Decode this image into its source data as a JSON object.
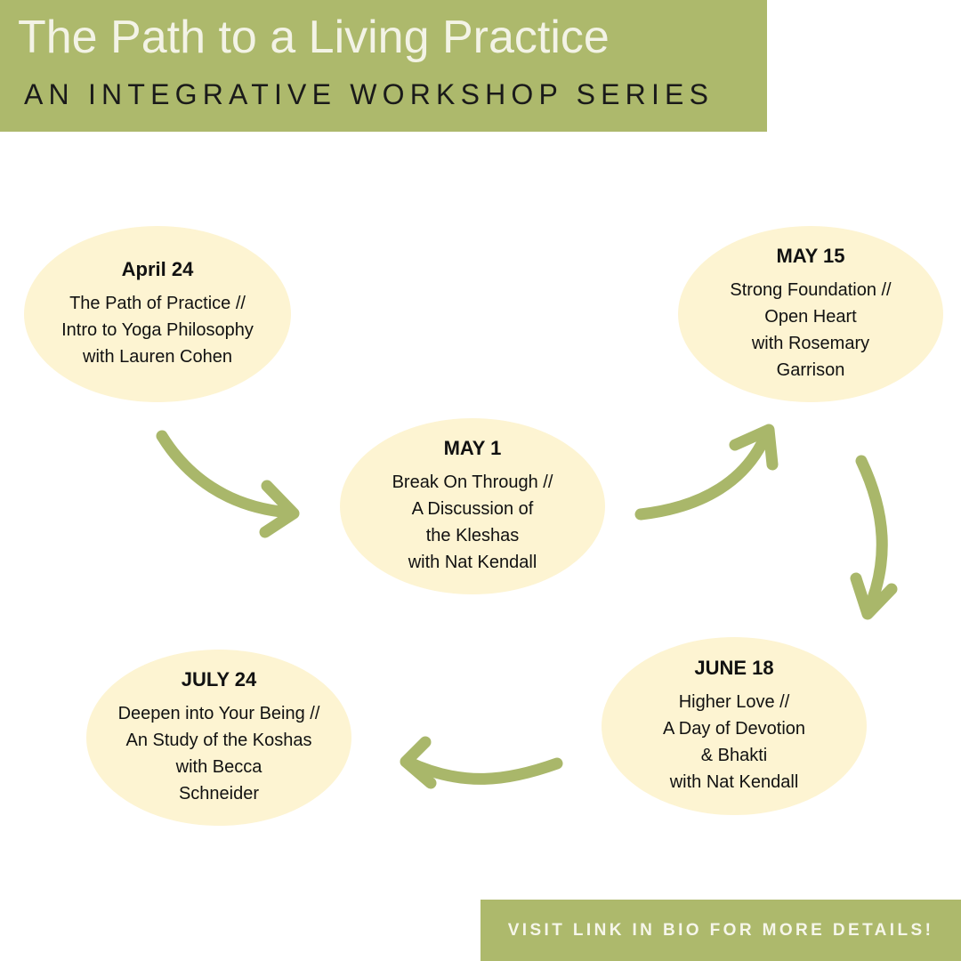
{
  "header": {
    "title": "The Path to a Living Practice",
    "subtitle": "AN INTEGRATIVE WORKSHOP SERIES"
  },
  "events": [
    {
      "date": "April 24",
      "lines": [
        "The Path of Practice //",
        "Intro to Yoga Philosophy",
        "with Lauren Cohen"
      ]
    },
    {
      "date": "MAY 1",
      "lines": [
        "Break On Through //",
        "A Discussion of",
        "the Kleshas",
        "with Nat Kendall"
      ]
    },
    {
      "date": "MAY 15",
      "lines": [
        "Strong Foundation //",
        "Open Heart",
        "with Rosemary",
        "Garrison"
      ]
    },
    {
      "date": "JUNE 18",
      "lines": [
        "Higher Love //",
        "A Day of Devotion",
        "& Bhakti",
        "with Nat Kendall"
      ]
    },
    {
      "date": "JULY 24",
      "lines": [
        "Deepen into Your Being //",
        "An Study of the Koshas",
        "with Becca",
        "Schneider"
      ]
    }
  ],
  "footer": {
    "cta": "VISIT LINK IN BIO FOR MORE DETAILS!"
  },
  "colors": {
    "accent_green": "#adb96c",
    "arrow_green": "#a9b76a",
    "ellipse_fill": "#fdf4d2"
  }
}
